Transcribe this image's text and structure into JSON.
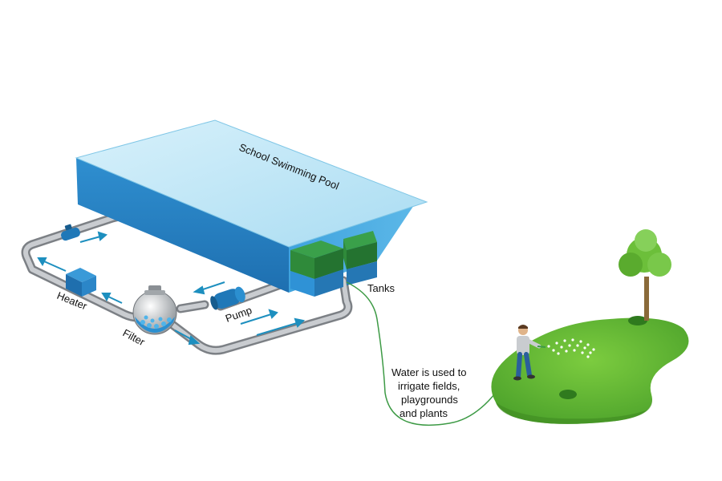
{
  "labels": {
    "pool": "School Swimming Pool",
    "tanks": "Tanks",
    "pump": "Pump",
    "filter": "Filter",
    "heater": "Heater",
    "irrigation_line1": "Water is used to",
    "irrigation_line2": "irrigate fields,",
    "irrigation_line3": "playgrounds",
    "irrigation_line4": "and plants"
  },
  "colors": {
    "pool_top": "#bfe8f7",
    "pool_side": "#2a86c6",
    "pool_front": "#4aaee3",
    "pipe": "#8c8f92",
    "arrow": "#1d8fbf",
    "tank_green": "#2f8a3a",
    "tank_blue": "#2f92d6",
    "grass": "#5fb531",
    "tree": "#6cbf3a",
    "hose": "#3d9a45"
  },
  "icons": [
    "heater-icon",
    "filter-icon",
    "pump-icon",
    "valve-icon",
    "tree-icon",
    "person-icon",
    "sprinkler-icon"
  ]
}
